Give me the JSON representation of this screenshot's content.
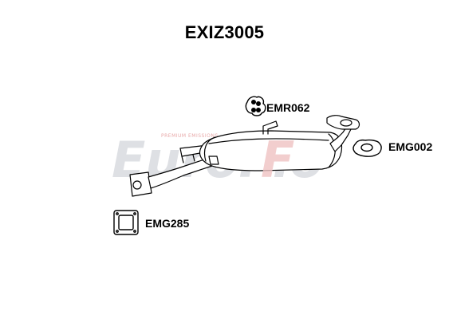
{
  "title": "EXIZ3005",
  "watermark": {
    "brand": "EuroFlo",
    "tagline": "PREMIUM EMISSIONS",
    "color_main": "#d4d6dc",
    "color_accent": "#efc3c3"
  },
  "parts": [
    {
      "code": "EMR062",
      "icon": "rubber-hanger-icon"
    },
    {
      "code": "EMG002",
      "icon": "oval-gasket-icon"
    },
    {
      "code": "EMG285",
      "icon": "square-gasket-icon"
    }
  ],
  "colors": {
    "line": "#000000",
    "fill": "#ffffff"
  }
}
